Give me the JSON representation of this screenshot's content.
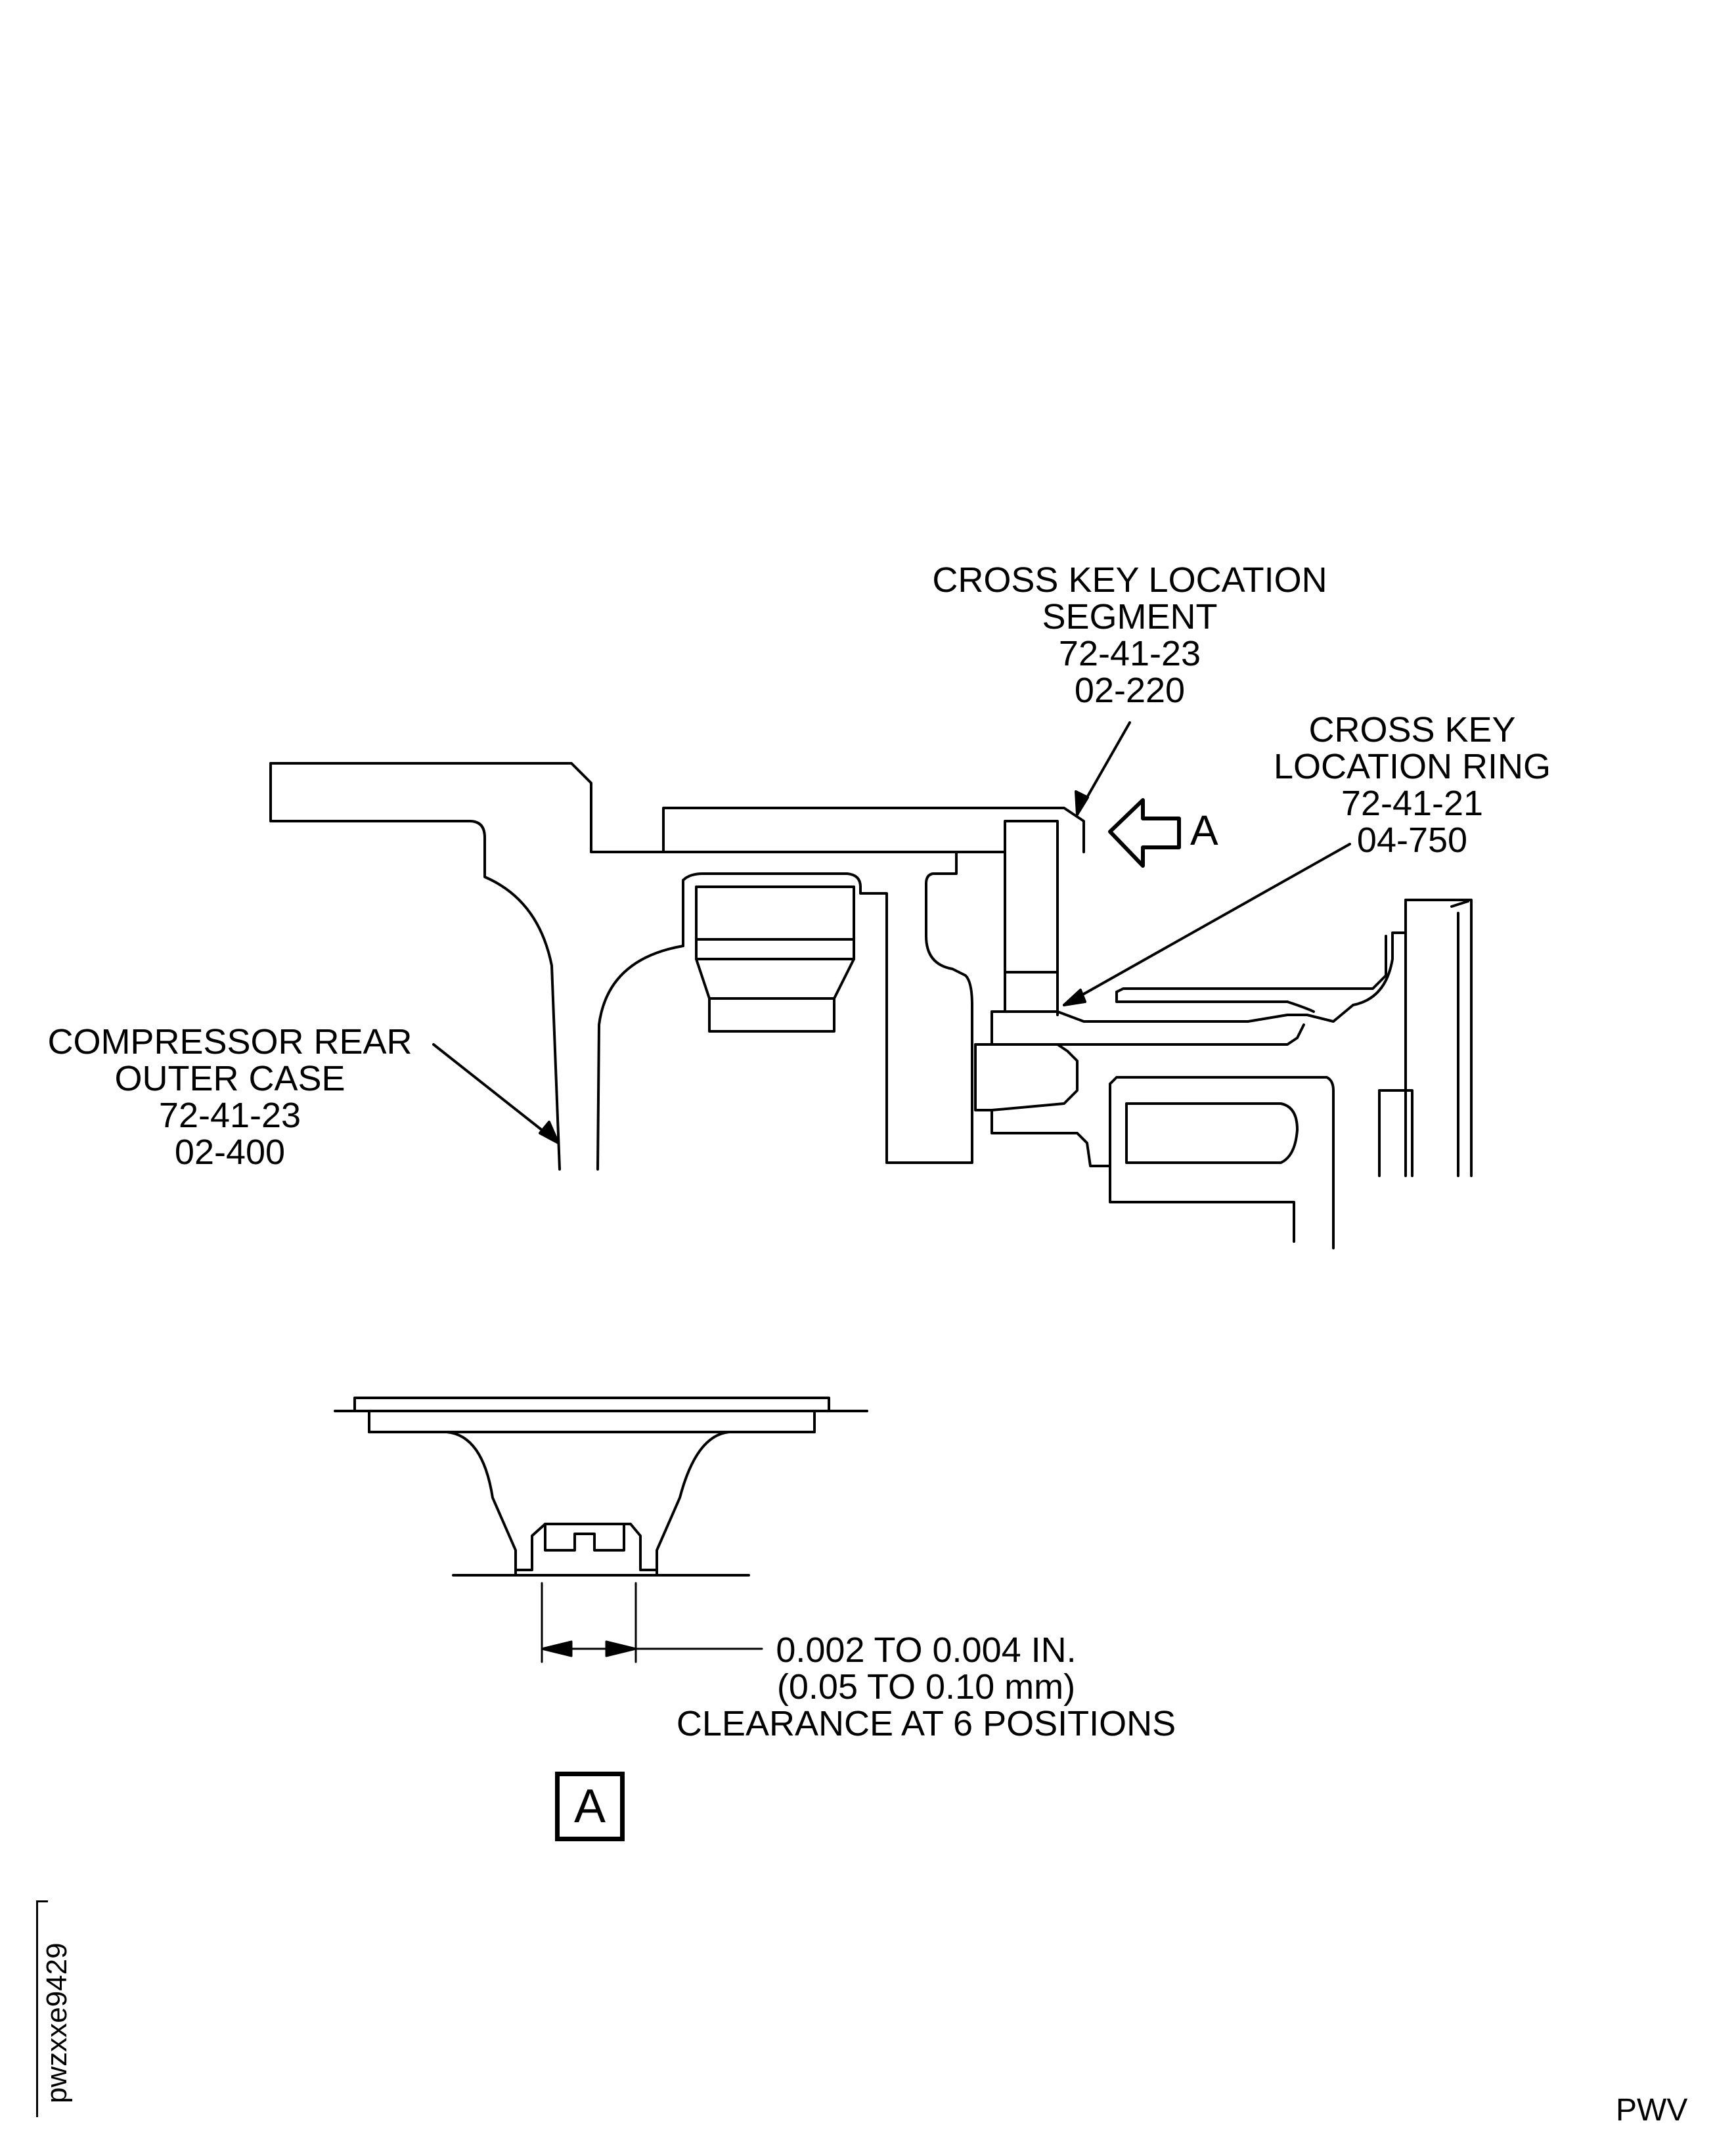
{
  "callouts": {
    "segment": {
      "line1": "CROSS KEY LOCATION",
      "line2": "SEGMENT",
      "line3": "72-41-23",
      "line4": "02-220"
    },
    "ring": {
      "line1": "CROSS KEY",
      "line2": "LOCATION RING",
      "line3": "72-41-21",
      "line4": "04-750"
    },
    "outer_case": {
      "line1": "COMPRESSOR REAR",
      "line2": "OUTER CASE",
      "line3": "72-41-23",
      "line4": "02-400"
    }
  },
  "view_arrow": {
    "letter": "A"
  },
  "clearance": {
    "line1": "0.002 TO 0.004 IN.",
    "line2": "(0.05 TO 0.10 mm)",
    "line3": "CLEARANCE AT 6 POSITIONS"
  },
  "section_view": {
    "letter": "A"
  },
  "drawing_id": "pwzxxe9429",
  "source_code": "PWV"
}
